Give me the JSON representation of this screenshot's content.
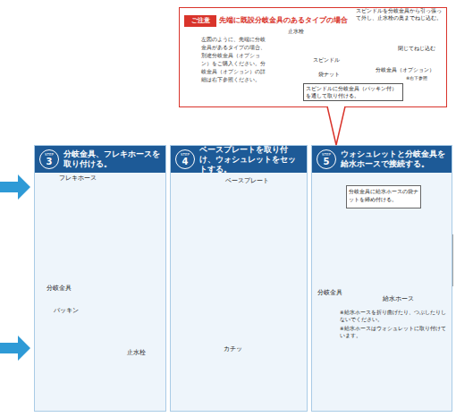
{
  "diagram": {
    "nodes": [
      {
        "text": [
          "先端に既設分岐金具のあるタイプの場合",
          "左図のように、先端に分岐金具があるタイプの場合、別途分岐金具（オプション）をご購入ください。分岐金具（オプション）の詳細は右下参照ください。"
        ]
      },
      {
        "text": [
          "ご注意"
        ],
        "in": 0
      },
      {
        "text": [
          "スピンドルに分岐金具（パッキン付）を通して取り付ける。"
        ],
        "in": 0
      },
      {
        "text": [
          "分岐金具、フレキホースを取り付ける。"
        ]
      },
      {
        "text": [
          "STEP",
          "3"
        ],
        "in": 3
      },
      {
        "text": [
          "ベースプレートを取り付け、ウォシュレットをセットする。"
        ]
      },
      {
        "text": [
          "STEP",
          "4"
        ],
        "in": 5
      },
      {
        "text": [
          "ウォシュレットと分岐金具を給水ホースで接続する。"
        ]
      },
      {
        "text": [
          "STEP",
          "5"
        ],
        "in": 7
      },
      {
        "text": [
          "分岐金具に給水ホースの袋ナットを締め付ける。"
        ],
        "in": 7
      }
    ],
    "edges": [
      {
        "from": 0,
        "to": 7,
        "arrow": "none"
      }
    ],
    "labels": [
      "止水栓",
      "スピンドル",
      "袋ナット",
      "スピンドルを分岐金具から引っ張って外し、止水栓の奥までねじ込む。",
      "閉じてねじ込む",
      "分岐金具（オプション）",
      "※右下参照",
      "フレキホース",
      "分岐金具",
      "パッキン",
      "止水栓",
      "ベースプレート",
      "カチッ",
      "分岐金具",
      "給水ホース",
      "※給水ホースを折り曲げたり、つぶしたりしないでください。",
      "※給水ホースはウォシュレットに取り付けています。"
    ]
  }
}
